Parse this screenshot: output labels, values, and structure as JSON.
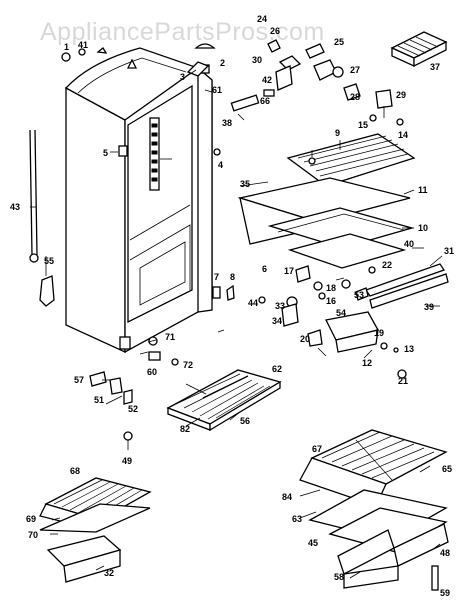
{
  "watermark": "AppliancePartsPros.com",
  "callouts": [
    "1",
    "41",
    "2",
    "3",
    "61",
    "38",
    "5",
    "4",
    "7",
    "8",
    "6",
    "43",
    "55",
    "71",
    "72",
    "60",
    "57",
    "51",
    "52",
    "49",
    "24",
    "26",
    "25",
    "30",
    "27",
    "42",
    "29",
    "66",
    "28",
    "15",
    "14",
    "37",
    "9",
    "35",
    "11",
    "10",
    "40",
    "31",
    "22",
    "17",
    "18",
    "16",
    "19",
    "39",
    "53",
    "54",
    "44",
    "33",
    "34",
    "20",
    "12",
    "13",
    "21",
    "62",
    "82",
    "56",
    "67",
    "65",
    "84",
    "63",
    "45",
    "48",
    "58",
    "68",
    "69",
    "70",
    "32",
    "59"
  ],
  "colors": {
    "ink": "#000000",
    "watermark": "#d8d8d8",
    "background": "#ffffff"
  }
}
